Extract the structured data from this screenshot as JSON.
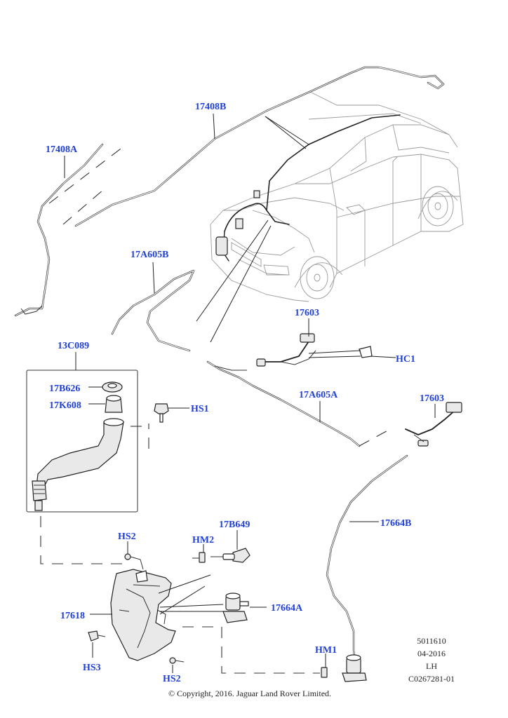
{
  "diagram": {
    "callouts": {
      "c17408B": "17408B",
      "c17408A": "17408A",
      "c17A605B": "17A605B",
      "c17603_top": "17603",
      "cHC1": "HC1",
      "c13C089": "13C089",
      "c17B626": "17B626",
      "c17K608": "17K608",
      "cHS1": "HS1",
      "c17A605A": "17A605A",
      "c17603_right": "17603",
      "c17664B": "17664B",
      "c17B649": "17B649",
      "cHS2_top": "HS2",
      "cHM2": "HM2",
      "c17618": "17618",
      "c17664A": "17664A",
      "cHS3": "HS3",
      "cHS2_bottom": "HS2",
      "cHM1": "HM1"
    },
    "reference": {
      "line1": "5011610",
      "line2": "04-2016",
      "line3": "LH",
      "line4": "C0267281-01"
    },
    "copyright": "© Copyright, 2016. Jaguar Land Rover Limited.",
    "label_color": "#1f3fd8"
  }
}
